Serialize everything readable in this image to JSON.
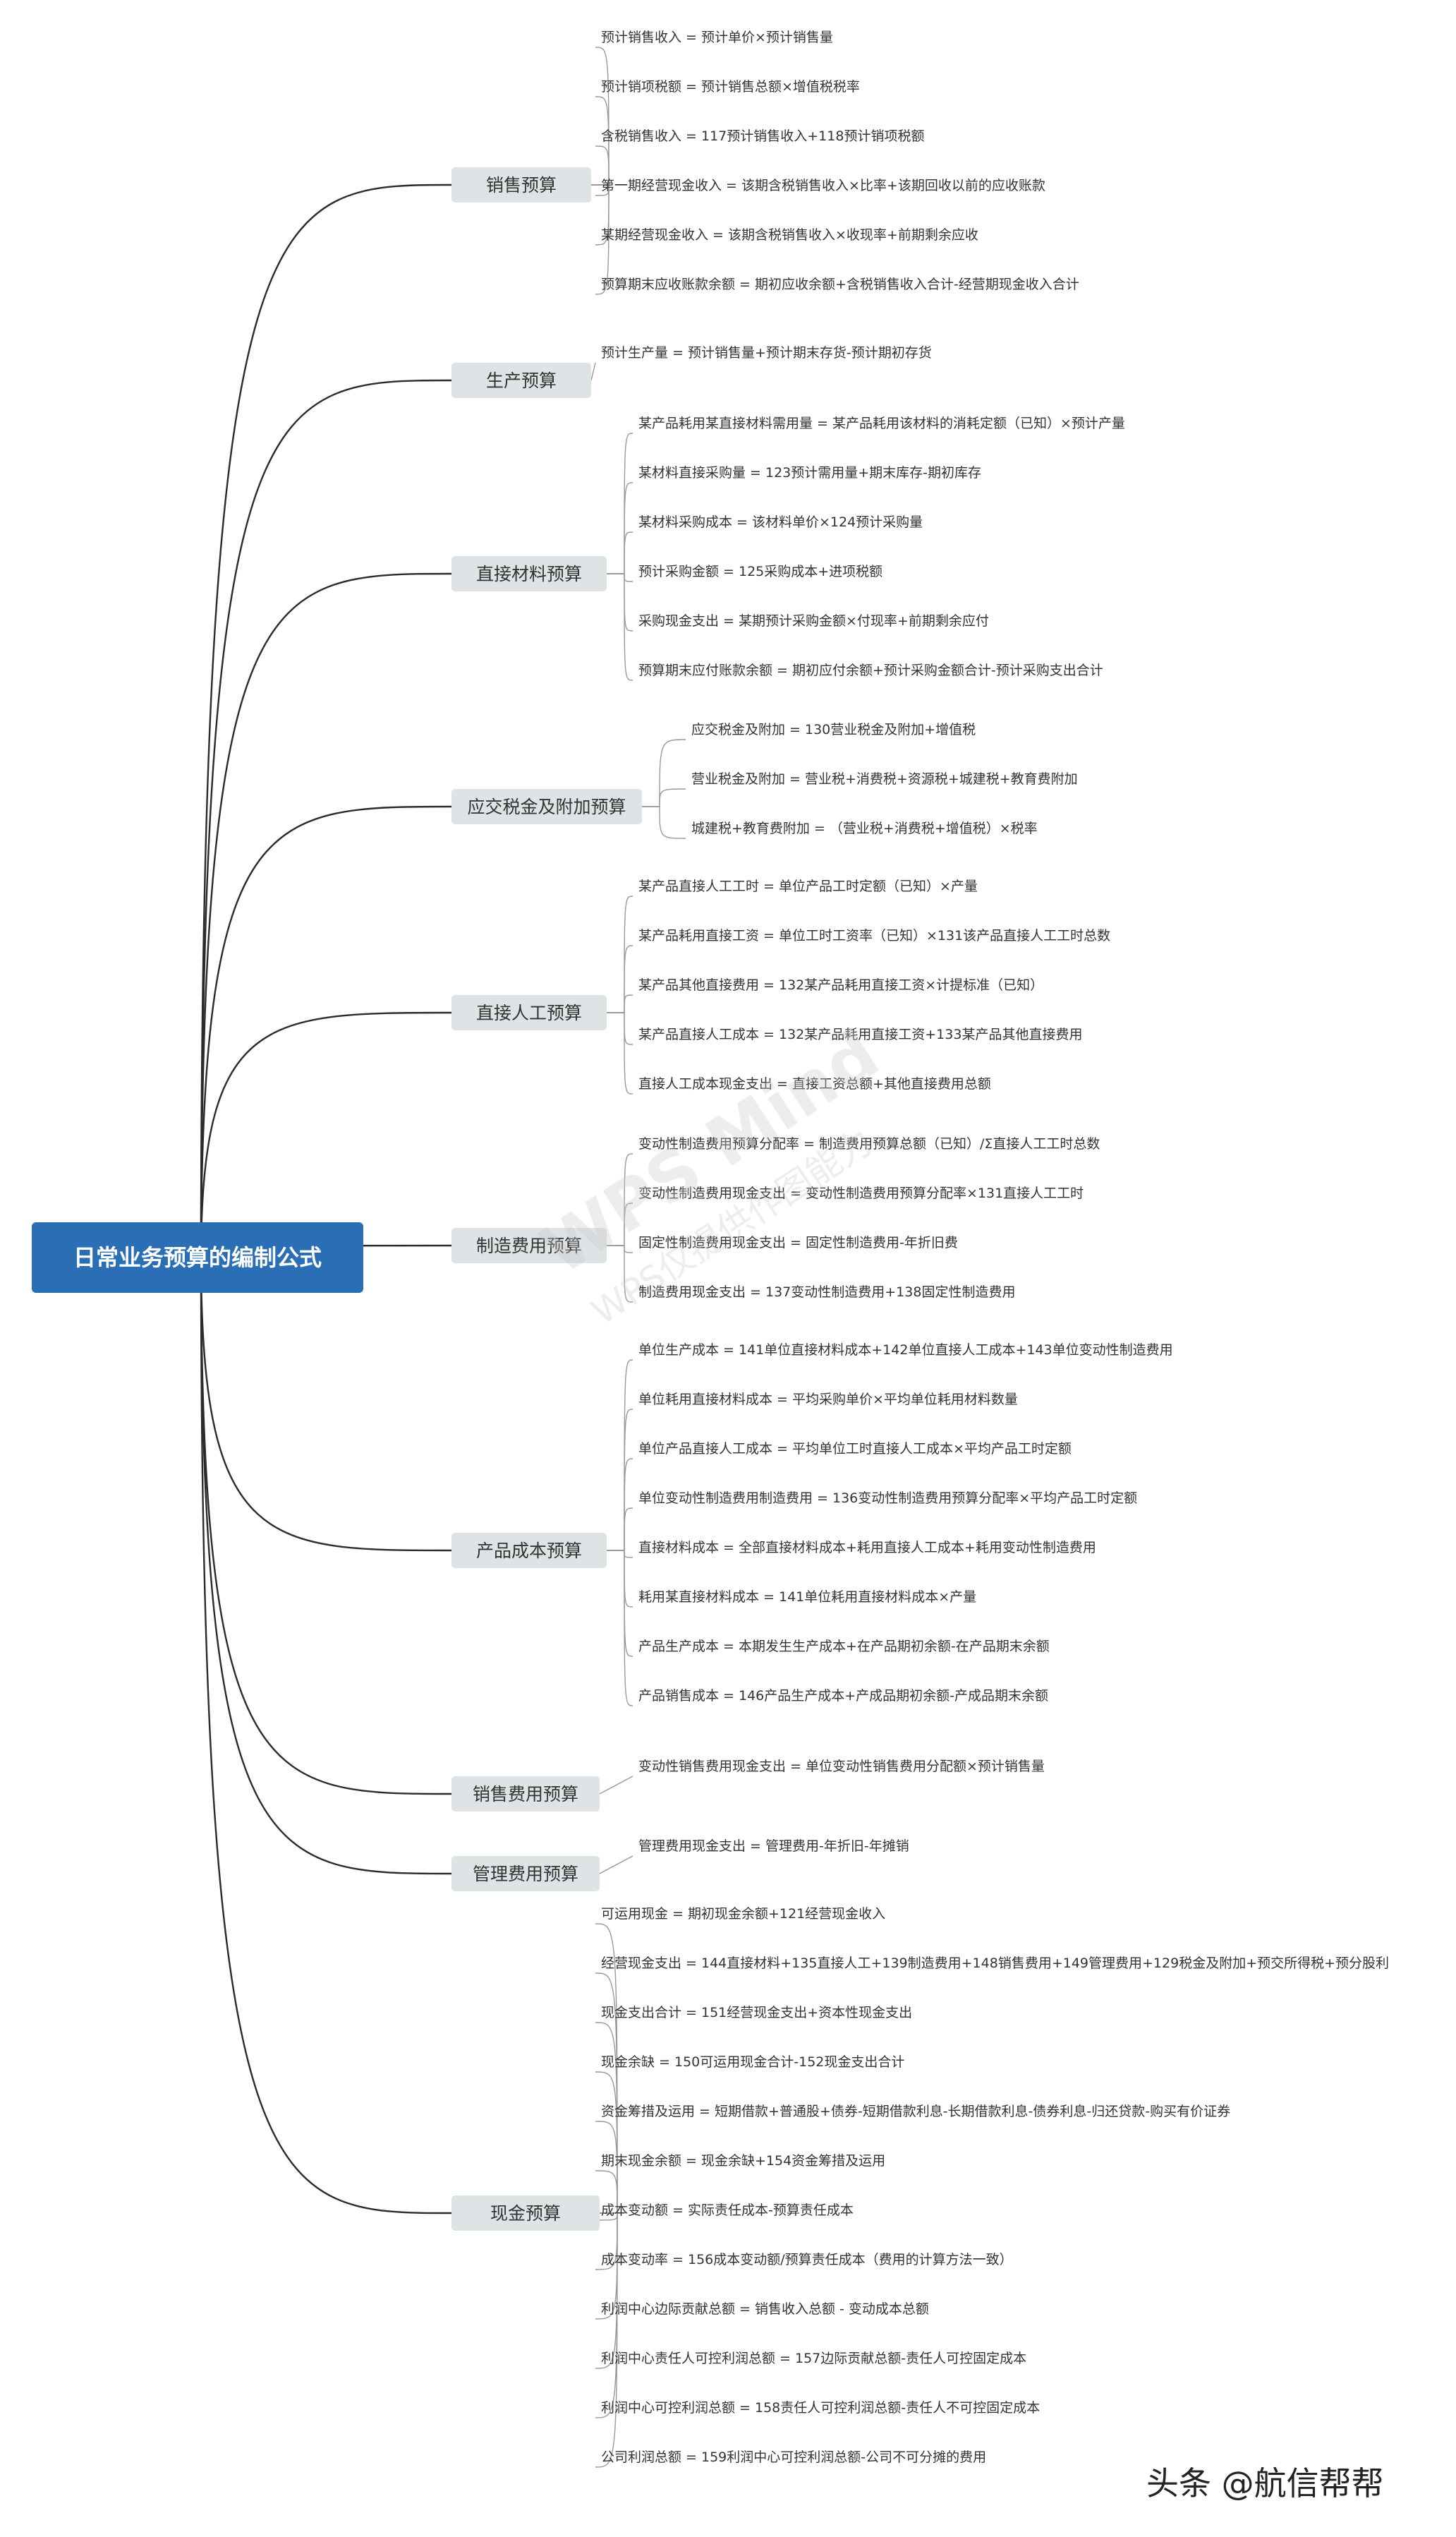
{
  "root": {
    "title": "日常业务预算的编制公式"
  },
  "colors": {
    "root_bg": "#2a6fb5",
    "branch_bg": "#dee3e5",
    "line": "#2b2b2b",
    "leaf_line": "#999999"
  },
  "watermark": {
    "line1": "WPS Mind",
    "line2": "WPS仅提供作图能力"
  },
  "brand": {
    "text": "头条 @航信帮帮"
  },
  "branches": [
    {
      "label": "销售预算",
      "items": [
        "预计销售收入 = 预计单价×预计销售量",
        "预计销项税额 = 预计销售总额×增值税税率",
        "含税销售收入 = 117预计销售收入+118预计销项税额",
        "第一期经营现金收入 = 该期含税销售收入×比率+该期回收以前的应收账款",
        "某期经营现金收入 = 该期含税销售收入×收现率+前期剩余应收",
        "预算期末应收账款余额 = 期初应收余额+含税销售收入合计-经营期现金收入合计"
      ]
    },
    {
      "label": "生产预算",
      "items": [
        "预计生产量 = 预计销售量+预计期末存货-预计期初存货"
      ]
    },
    {
      "label": "直接材料预算",
      "items": [
        "某产品耗用某直接材料需用量 = 某产品耗用该材料的消耗定额（已知）×预计产量",
        "某材料直接采购量 = 123预计需用量+期末库存-期初库存",
        "某材料采购成本 = 该材料单价×124预计采购量",
        "预计采购金额 = 125采购成本+进项税额",
        "采购现金支出 = 某期预计采购金额×付现率+前期剩余应付",
        "预算期末应付账款余额 = 期初应付余额+预计采购金额合计-预计采购支出合计"
      ]
    },
    {
      "label": "应交税金及附加预算",
      "items": [
        "应交税金及附加 = 130营业税金及附加+增值税",
        "营业税金及附加 = 营业税+消费税+资源税+城建税+教育费附加",
        "城建税+教育费附加 = （营业税+消费税+增值税）×税率"
      ]
    },
    {
      "label": "直接人工预算",
      "items": [
        "某产品直接人工工时 = 单位产品工时定额（已知）×产量",
        "某产品耗用直接工资 = 单位工时工资率（已知）×131该产品直接人工工时总数",
        "某产品其他直接费用 = 132某产品耗用直接工资×计提标准（已知）",
        "某产品直接人工成本 = 132某产品耗用直接工资+133某产品其他直接费用",
        "直接人工成本现金支出 = 直接工资总额+其他直接费用总额"
      ]
    },
    {
      "label": "制造费用预算",
      "items": [
        "变动性制造费用预算分配率 = 制造费用预算总额（已知）/Σ直接人工工时总数",
        "变动性制造费用现金支出 = 变动性制造费用预算分配率×131直接人工工时",
        "固定性制造费用现金支出 = 固定性制造费用-年折旧费",
        "制造费用现金支出 = 137变动性制造费用+138固定性制造费用"
      ]
    },
    {
      "label": "产品成本预算",
      "items": [
        "单位生产成本 = 141单位直接材料成本+142单位直接人工成本+143单位变动性制造费用",
        "单位耗用直接材料成本 = 平均采购单价×平均单位耗用材料数量",
        "单位产品直接人工成本 = 平均单位工时直接人工成本×平均产品工时定额",
        "单位变动性制造费用制造费用 = 136变动性制造费用预算分配率×平均产品工时定额",
        "直接材料成本 = 全部直接材料成本+耗用直接人工成本+耗用变动性制造费用",
        "耗用某直接材料成本 = 141单位耗用直接材料成本×产量",
        "产品生产成本 = 本期发生生产成本+在产品期初余额-在产品期末余额",
        "产品销售成本 = 146产品生产成本+产成品期初余额-产成品期末余额"
      ]
    },
    {
      "label": "销售费用预算",
      "items": [
        "变动性销售费用现金支出 = 单位变动性销售费用分配额×预计销售量"
      ]
    },
    {
      "label": "管理费用预算",
      "items": [
        "管理费用现金支出 = 管理费用-年折旧-年摊销"
      ]
    },
    {
      "label": "现金预算",
      "items": [
        "可运用现金 = 期初现金余额+121经营现金收入",
        "经营现金支出 = 144直接材料+135直接人工+139制造费用+148销售费用+149管理费用+129税金及附加+预交所得税+预分股利",
        "现金支出合计 = 151经营现金支出+资本性现金支出",
        "现金余缺 = 150可运用现金合计-152现金支出合计",
        "资金筹措及运用 = 短期借款+普通股+债券-短期借款利息-长期借款利息-债券利息-归还贷款-购买有价证券",
        "期末现金余额 = 现金余缺+154资金筹措及运用",
        "成本变动额 = 实际责任成本-预算责任成本",
        "成本变动率 = 156成本变动额/预算责任成本（费用的计算方法一致）",
        "利润中心边际贡献总额 = 销售收入总额 - 变动成本总额",
        "利润中心责任人可控利润总额 = 157边际贡献总额-责任人可控固定成本",
        "利润中心可控利润总额 = 158责任人可控利润总额-责任人不可控固定成本",
        "公司利润总额 = 159利润中心可控利润总额-公司不可分摊的费用"
      ]
    }
  ]
}
